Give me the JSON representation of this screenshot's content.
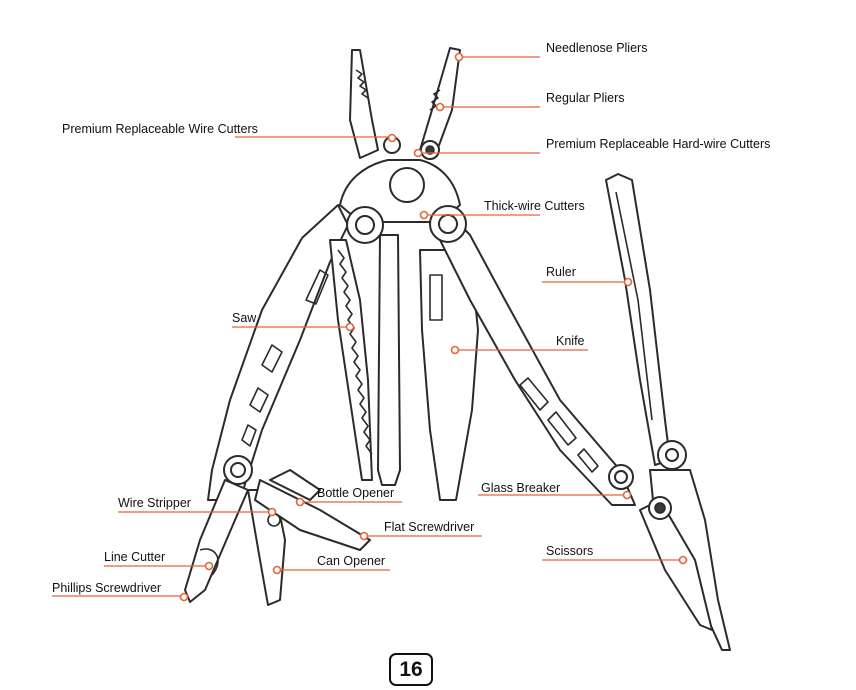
{
  "colors": {
    "accent": "#e2643a",
    "line": "#2b2b2b"
  },
  "labels": {
    "needlenose_pliers": "Needlenose Pliers",
    "regular_pliers": "Regular Pliers",
    "premium_wire_cutters": "Premium Replaceable Wire Cutters",
    "premium_hardwire_cutters": "Premium Replaceable Hard-wire Cutters",
    "thick_wire_cutters": "Thick-wire Cutters",
    "ruler": "Ruler",
    "saw": "Saw",
    "knife": "Knife",
    "glass_breaker": "Glass Breaker",
    "bottle_opener": "Bottle Opener",
    "wire_stripper": "Wire Stripper",
    "flat_screwdriver": "Flat Screwdriver",
    "line_cutter": "Line Cutter",
    "can_opener": "Can Opener",
    "phillips_screwdriver": "Phillips Screwdriver",
    "scissors": "Scissors"
  },
  "page_number": "16"
}
